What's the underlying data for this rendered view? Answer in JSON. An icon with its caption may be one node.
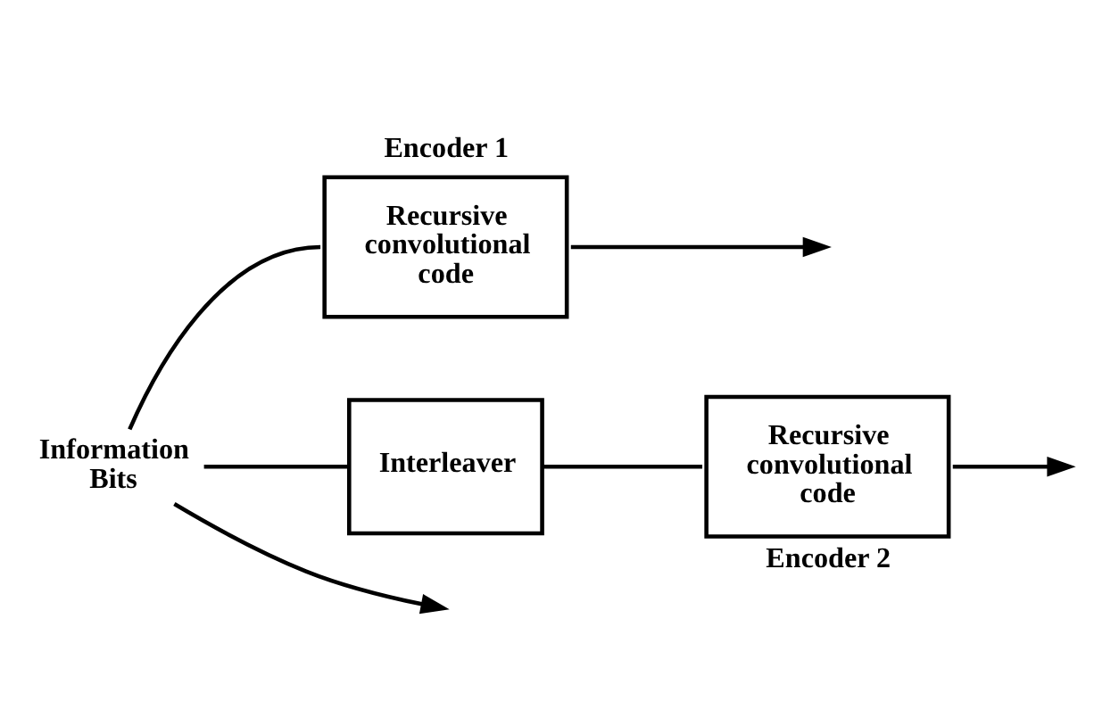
{
  "diagram": {
    "nodes": [
      {
        "text": [
          "Information Bits"
        ]
      },
      {
        "text": [
          "Recursive convolutional code"
        ],
        "beside": [
          "Encoder 1"
        ]
      },
      {
        "text": [
          "Interleaver"
        ]
      },
      {
        "text": [
          "Recursive convolutional code"
        ],
        "beside": [
          "Encoder 2"
        ]
      }
    ],
    "edges": [
      {
        "from": 0,
        "to": null,
        "arrow": "to"
      },
      {
        "from": 0,
        "to": 1,
        "arrow": "none"
      },
      {
        "from": 0,
        "to": 2,
        "arrow": "none"
      },
      {
        "from": 2,
        "to": 3,
        "arrow": "none"
      },
      {
        "from": 1,
        "to": null,
        "arrow": "to"
      },
      {
        "from": 3,
        "to": null,
        "arrow": "to"
      }
    ]
  }
}
